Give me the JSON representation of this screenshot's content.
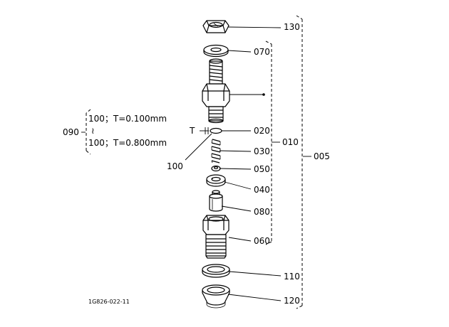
{
  "callouts": {
    "c130": "130",
    "c070": "070",
    "c020": "020",
    "c010": "010",
    "c005": "005",
    "c030": "030",
    "c100": "100",
    "c050": "050",
    "c040": "040",
    "c080": "080",
    "c060": "060",
    "c110": "110",
    "c120": "120",
    "c090": "090",
    "t_marker": "T"
  },
  "shim_note": {
    "line1": "100；T=0.100mm",
    "tilde": "≀",
    "line2": "100；T=0.800mm"
  },
  "drawing_code": "1G826-022-11"
}
